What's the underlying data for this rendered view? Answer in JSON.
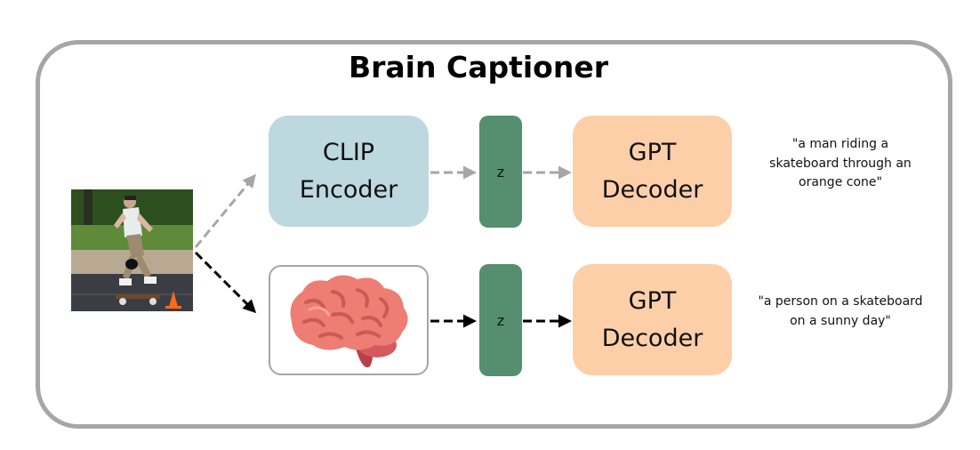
{
  "title": "Brain Captioner",
  "top_path": {
    "encoder_line1": "CLIP",
    "encoder_line2": "Encoder",
    "latent_label": "z",
    "decoder_line1": "GPT",
    "decoder_line2": "Decoder",
    "caption": "\"a man riding a skateboard through an orange cone\""
  },
  "bottom_path": {
    "encoder_icon": "brain-icon",
    "latent_label": "z",
    "decoder_line1": "GPT",
    "decoder_line2": "Decoder",
    "caption": "\"a person on a skateboard on a sunny day\""
  },
  "colors": {
    "frame": "#a6a6a6",
    "clip_box": "#bdd8df",
    "gpt_box": "#fdcfa9",
    "latent_box": "#558f70",
    "top_arrow": "#a6a6a6",
    "bottom_arrow": "#000000",
    "brain": "#ee7d74"
  }
}
